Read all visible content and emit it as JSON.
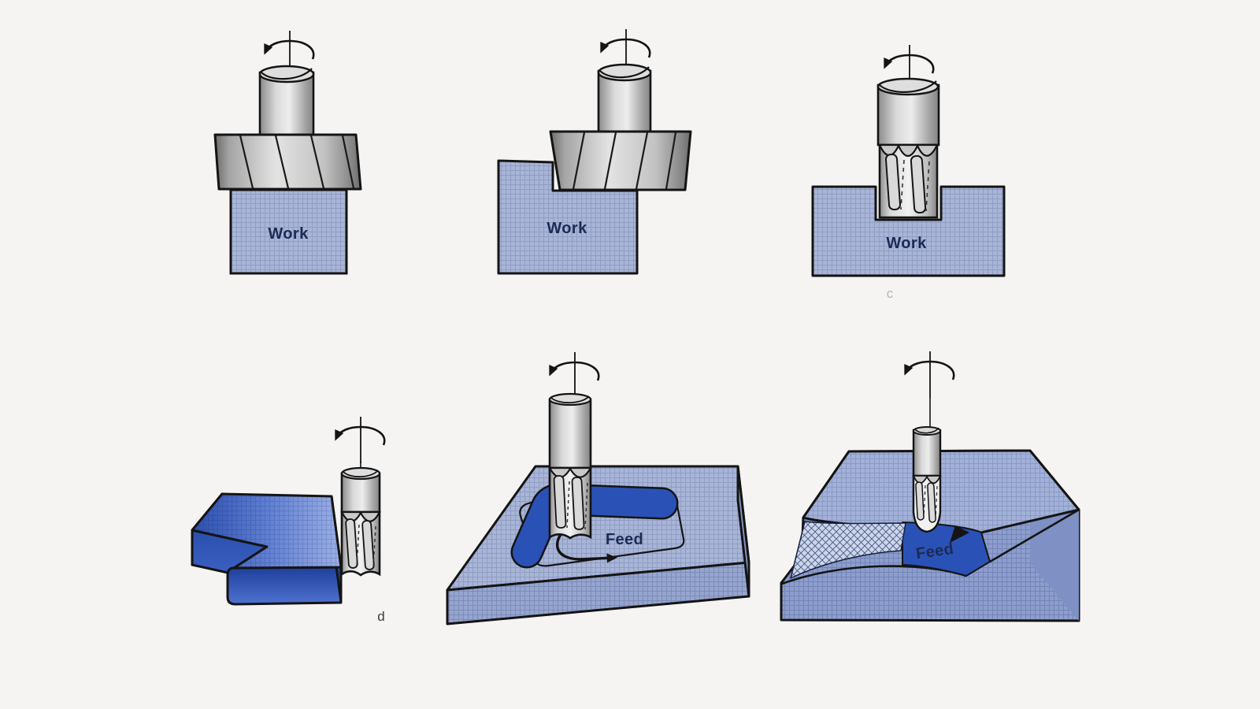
{
  "colors": {
    "background": "#f5f4f2",
    "work_blue": "#a9b5d7",
    "pocket_blue": "#2a52b6",
    "deep_part_blue": "#2e53b4",
    "outline": "#141414",
    "label_navy": "#1c2a56",
    "cutter_gray": "#d9d9d9"
  },
  "figures": [
    {
      "key": "a",
      "name": "face-milling-conventional",
      "work_label": "Work"
    },
    {
      "key": "b",
      "name": "face-milling-partial",
      "work_label": "Work"
    },
    {
      "key": "c",
      "name": "end-milling-slot",
      "work_label": "Work",
      "caption": "c"
    },
    {
      "key": "d",
      "name": "profile-milling",
      "caption": "d"
    },
    {
      "key": "e",
      "name": "pocket-milling",
      "feed_label": "Feed"
    },
    {
      "key": "f",
      "name": "surface-contour-milling",
      "feed_label": "Feed"
    }
  ]
}
